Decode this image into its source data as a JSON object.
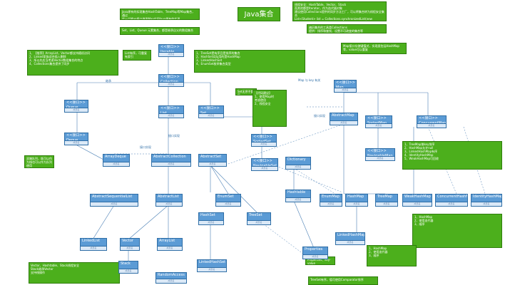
{
  "title": "Java集合",
  "notes": {
    "n1": "Java原有的实现集合HashTable、TreeMap等Map集合，通过\n实一个Map接口继承Map实现Java原有的实现",
    "n2": "Set、List、Queue 元素集合，都是继承自父的数组集合",
    "n3": "线程安全：HashTable、Vector、Stack\n而其他都是Iterator，作为迭代器对象\n建议使用Collections提供的同步方法工厂，可以将集合转为线程安全集合\nList<Student> list = Collections.synchronizedList(new ArrayList<Student>());",
    "n4": "遍历集合的工具类Collections\n提供：排序和查找、设置不可改变的集合等",
    "n5": "1、【推荐】ArrayList，Vector都支持随机访问\n2、Linked家族适合插入删除\n3、所以先应当考虑Vector数组集合的特点\n4、Collections集合提供了同步",
    "n6": "List有序，可重复\n有索引",
    "n7": "1、TreeSet是有序且是排序的集合\n2、HashSet实际用的是HashMap\n3、LinkedHashSet\n4、EnumSet枚举集合类型",
    "n8": "Map接口存储键值对，实现类包括HashMap\n等，value可以重复",
    "n9": "Set无序不重复",
    "n10": "【代码建议】\n1、使用Map时\n考虑使用\n2、线程安全",
    "n11": "双端队列，既可以作为栈也可以作为队列使用",
    "n12": "1、TreeMap按key排序\n2、HashMap允许null\n3、LinkedHashMap有序\n4、IdentityHashMap\n5、WeakHashMap可回收",
    "n13": "1、HashMap\n2、使用迭代器\n3、顺序",
    "n14": "Vector、Hashtable、Stack线程安全\nStack继承Vector\n支持栈操作",
    "n15": "Properties、key-value\n配置",
    "n16": "TreeSet有序，值可使用Comparator排序"
  },
  "boxes": {
    "Iterable": {
      "stereo": "<<接口>>",
      "name": "Iterable",
      "sub": "成员名"
    },
    "Collection": {
      "stereo": "<<接口>>",
      "name": "Collection",
      "sub": "成员名"
    },
    "Queue": {
      "stereo": "<<接口>>",
      "name": "Queue",
      "sub": "成员名"
    },
    "Deque": {
      "stereo": "<<接口>>",
      "name": "Deque",
      "sub": "成员名"
    },
    "List": {
      "stereo": "<<接口>>",
      "name": "List",
      "sub": "成员名"
    },
    "Set": {
      "stereo": "<<接口>>",
      "name": "Set",
      "sub": "成员名"
    },
    "SortedSet": {
      "stereo": "<<接口>>",
      "name": "SortedSet",
      "sub": "成员名"
    },
    "NavigableSet": {
      "stereo": "<<接口>>",
      "name": "NavigableSet",
      "sub": "成员名"
    },
    "Map": {
      "stereo": "<<接口>>",
      "name": "Map",
      "sub": "成员名"
    },
    "SortedMap": {
      "stereo": "<<接口>>",
      "name": "SortedMap",
      "sub": "成员名"
    },
    "ConcurrentMap": {
      "stereo": "<<接口>>",
      "name": "ConcurrentMap",
      "sub": "成员名"
    },
    "NavigableMap": {
      "stereo": "<<接口>>",
      "name": "NavigableMap",
      "sub": "成员名"
    },
    "AbstractMap": {
      "stereo": "",
      "name": "AbstractMap",
      "sub": "成员名"
    },
    "ArrayDeque": {
      "stereo": "",
      "name": "ArrayDeque",
      "sub": "成员名"
    },
    "AbstractCollection": {
      "stereo": "",
      "name": "AbstractCollection",
      "sub": "成员名"
    },
    "AbstractList": {
      "stereo": "",
      "name": "AbstractList",
      "sub": "成员名"
    },
    "AbstractSequentialList": {
      "stereo": "",
      "name": "AbstractSequentialList",
      "sub": "成员名"
    },
    "AbstractSet": {
      "stereo": "",
      "name": "AbstractSet",
      "sub": "成员名"
    },
    "EnumSet": {
      "stereo": "",
      "name": "EnumSet",
      "sub": "成员名"
    },
    "HashSet": {
      "stereo": "",
      "name": "HashSet",
      "sub": "成员名"
    },
    "TreeSet": {
      "stereo": "",
      "name": "TreeSet",
      "sub": "成员名"
    },
    "LinkedList": {
      "stereo": "",
      "name": "LinkedList",
      "sub": "成员名"
    },
    "ArrayList": {
      "stereo": "",
      "name": "ArrayList",
      "sub": "成员名"
    },
    "Vector": {
      "stereo": "",
      "name": "Vector",
      "sub": "成员名"
    },
    "Stack": {
      "stereo": "",
      "name": "Stack",
      "sub": "成员名"
    },
    "RandomAccess": {
      "stereo": "",
      "name": "RandomAccess",
      "sub": "成员名"
    },
    "LinkedHashSet": {
      "stereo": "",
      "name": "LinkedHashSet",
      "sub": "成员名"
    },
    "Dictionary": {
      "stereo": "",
      "name": "Dictionary",
      "sub": "成员名"
    },
    "Hashtable": {
      "stereo": "",
      "name": "Hashtable",
      "sub": "成员名"
    },
    "Properties": {
      "stereo": "",
      "name": "Properties",
      "sub": "成员名"
    },
    "EnumMap": {
      "stereo": "",
      "name": "EnumMap",
      "sub": "成员名"
    },
    "HashMap": {
      "stereo": "",
      "name": "HashMap",
      "sub": "成员名"
    },
    "TreeMap": {
      "stereo": "",
      "name": "TreeMap",
      "sub": "成员名"
    },
    "WeakHashMap": {
      "stereo": "",
      "name": "WeakHashMap",
      "sub": "成员名"
    },
    "ConcurrentHashMap": {
      "stereo": "",
      "name": "ConcurrentHashMap",
      "sub": "成员名"
    },
    "IdentityHashMap": {
      "stereo": "",
      "name": "IdentityHashMap",
      "sub": "成员名"
    },
    "LinkedHashMap": {
      "stereo": "",
      "name": "LinkedHashMap",
      "sub": "成员名"
    }
  },
  "labels": {
    "l1": "继承",
    "l2": "接口实现",
    "l3": "Map 与 key 有关",
    "l4": "接口实现",
    "l5": "接口实现"
  }
}
